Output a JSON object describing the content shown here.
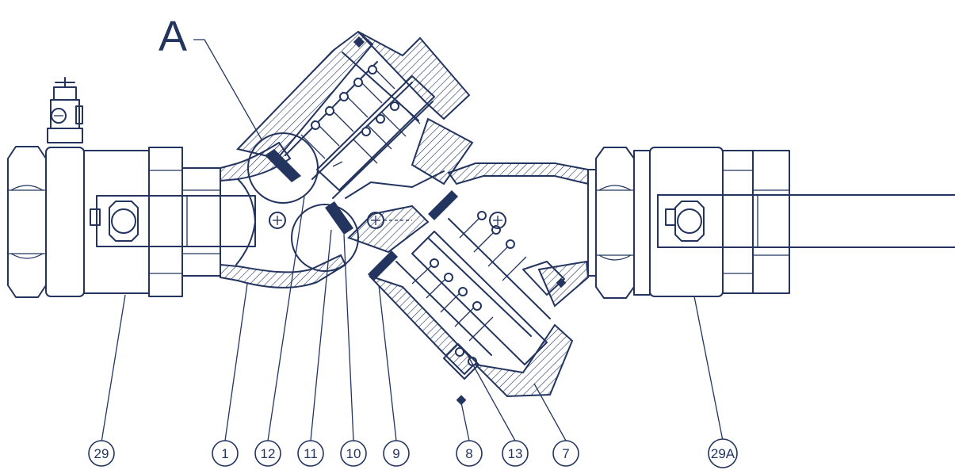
{
  "diagram": {
    "view_label": "A",
    "callouts": [
      "29",
      "1",
      "12",
      "11",
      "10",
      "9",
      "8",
      "13",
      "7",
      "29A"
    ],
    "colors": {
      "line": "#23355f",
      "background": "#ffffff"
    }
  }
}
